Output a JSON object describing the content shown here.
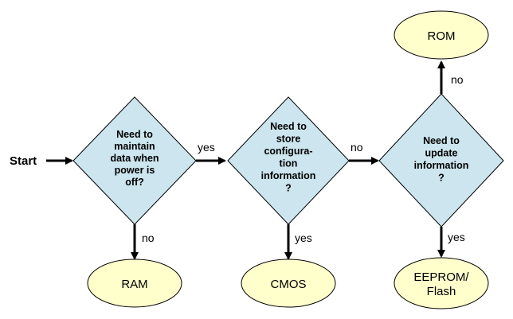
{
  "diagram": {
    "start_label": "Start",
    "decisions": [
      {
        "id": "power",
        "lines": [
          "Need to",
          "maintain",
          "data when",
          "power is",
          "off?"
        ]
      },
      {
        "id": "config",
        "lines": [
          "Need to",
          "store",
          "configura-",
          "tion",
          "information",
          "?"
        ]
      },
      {
        "id": "update",
        "lines": [
          "Need to",
          "update",
          "information",
          "?"
        ]
      }
    ],
    "outcomes": [
      {
        "id": "ram",
        "lines": [
          "RAM"
        ]
      },
      {
        "id": "cmos",
        "lines": [
          "CMOS"
        ]
      },
      {
        "id": "eeprom",
        "lines": [
          "EEPROM/",
          "Flash"
        ]
      },
      {
        "id": "rom",
        "lines": [
          "ROM"
        ]
      }
    ],
    "edge_labels": {
      "power_yes": "yes",
      "power_no": "no",
      "config_no": "no",
      "config_yes": "yes",
      "update_no": "no",
      "update_yes": "yes"
    },
    "colors": {
      "decision_fill": "#cce5ee",
      "outcome_fill": "#ffffcc",
      "stroke": "#000000"
    }
  }
}
